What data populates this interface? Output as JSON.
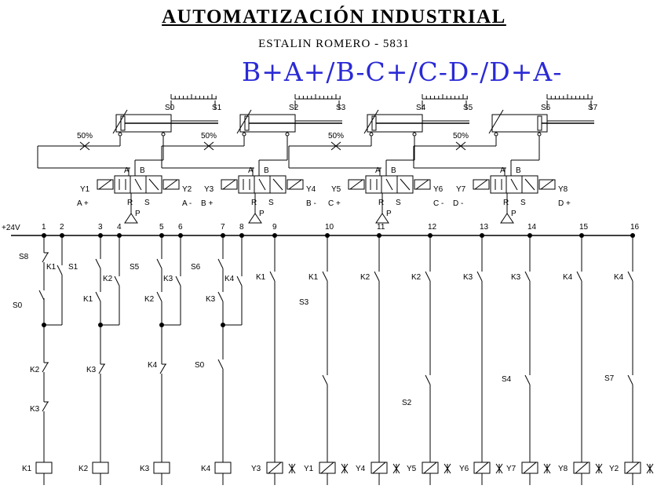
{
  "title": "AUTOMATIZACIÓN INDUSTRIAL",
  "subtitle": "ESTALIN ROMERO - 5831",
  "sequence": "B+A+/B-C+/C-D-/D+A-",
  "supply_label": "+24V",
  "cylinders": [
    {
      "sensor_left": "S0",
      "sensor_right": "S1",
      "flow": "50%",
      "port_a": "A",
      "port_b": "B",
      "coil_left": "Y1",
      "coil_right": "Y2",
      "mov_left": "A +",
      "mov_right": "A -",
      "exhaust_r": "R",
      "exhaust_s": "S",
      "pressure": "P"
    },
    {
      "sensor_left": "S2",
      "sensor_right": "S3",
      "flow": "50%",
      "port_a": "A",
      "port_b": "B",
      "coil_left": "Y3",
      "coil_right": "Y4",
      "mov_left": "B +",
      "mov_right": "B -",
      "exhaust_r": "R",
      "exhaust_s": "S",
      "pressure": "P"
    },
    {
      "sensor_left": "S4",
      "sensor_right": "S5",
      "flow": "50%",
      "port_a": "A",
      "port_b": "B",
      "coil_left": "Y5",
      "coil_right": "Y6",
      "mov_left": "C +",
      "mov_right": "C -",
      "exhaust_r": "R",
      "exhaust_s": "S",
      "pressure": "P"
    },
    {
      "sensor_left": "S6",
      "sensor_right": "S7",
      "flow": "50%",
      "port_a": "A",
      "port_b": "B",
      "coil_left": "Y7",
      "coil_right": "Y8",
      "mov_left": "D -",
      "mov_right": "D +",
      "exhaust_r": "R",
      "exhaust_s": "S",
      "pressure": "P"
    }
  ],
  "rung_numbers": [
    "1",
    "2",
    "3",
    "4",
    "5",
    "6",
    "7",
    "8",
    "9",
    "10",
    "11",
    "12",
    "13",
    "14",
    "15",
    "16"
  ],
  "contact_labels": {
    "s8": "S8",
    "k1_seal": "K1",
    "s1": "S1",
    "s0_a": "S0",
    "k2_nc": "K2",
    "k3_nc": "K3",
    "k2_seal": "K2",
    "k1_b": "K1",
    "k3_nc_b": "K3",
    "s5": "S5",
    "k3_seal": "K3",
    "k2_c": "K2",
    "k4_nc": "K4",
    "s6": "S6",
    "k4_seal": "K4",
    "k3_d": "K3",
    "s0_d": "S0",
    "r9": "K1",
    "r10": "K1",
    "r11": "K2",
    "r12": "K2",
    "r13": "K3",
    "r14": "K3",
    "r15": "K4",
    "r16": "K4",
    "s3": "S3",
    "s2": "S2",
    "s4": "S4",
    "s7": "S7"
  },
  "coils": [
    "K1",
    "K2",
    "K3",
    "K4",
    "Y3",
    "Y1",
    "Y4",
    "Y5",
    "Y6",
    "Y7",
    "Y8",
    "Y2"
  ]
}
